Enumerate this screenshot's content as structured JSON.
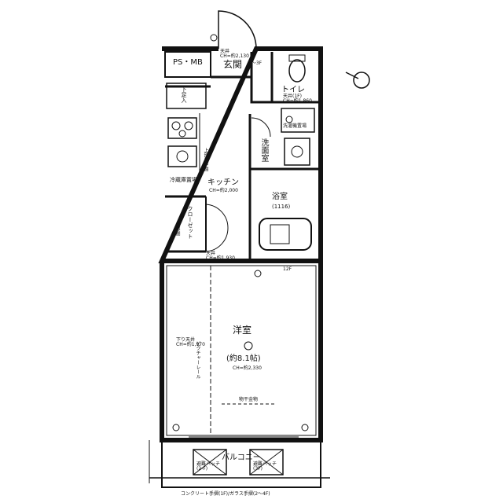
{
  "rooms": {
    "ps_mb": "PS・MB",
    "entrance": "玄関",
    "entrance_ceiling": "天井\nCH=約2,130",
    "entrance_step": "1〜3F",
    "shoe_cabinet": "下足入",
    "toilet": "トイレ",
    "toilet_ceiling": "天井(1F)\nCH=約1,860",
    "washer_space": "洗濯機置場",
    "washroom": "洗面室",
    "kitchen": "キッチン",
    "kitchen_ceiling": "CH=約2,000",
    "upper_cabinet": "上部吊戸棚",
    "fridge": "冷蔵庫置場",
    "bathroom": "浴室",
    "bathroom_size": "(1116)",
    "closet": "クローゼット",
    "upper_shelf": "上部棚",
    "hall_ceiling": "天井\nCH=約1,930",
    "western_room": "洋室",
    "western_size": "(約8.1帖)",
    "western_ceiling": "CH=約2,330",
    "soffit": "下り天井\nCH=約1,970",
    "picture_rail": "ピクチャーレール",
    "drying_rail": "物干金物",
    "floor_12f": "12F",
    "balcony": "バルコニー",
    "evac_hatch_left": "避難ハッチ\n(2-F)",
    "evac_hatch_right": "避難ハッチ\n(3F)",
    "handrail_note": "コンクリート手摺(1F)/ガラス手摺(2〜4F)"
  },
  "icons": [
    "door-swing-icon",
    "outlet-icon",
    "toilet-icon",
    "stove-icon",
    "sink-icon",
    "bathtub-icon",
    "north-arrow-icon"
  ]
}
